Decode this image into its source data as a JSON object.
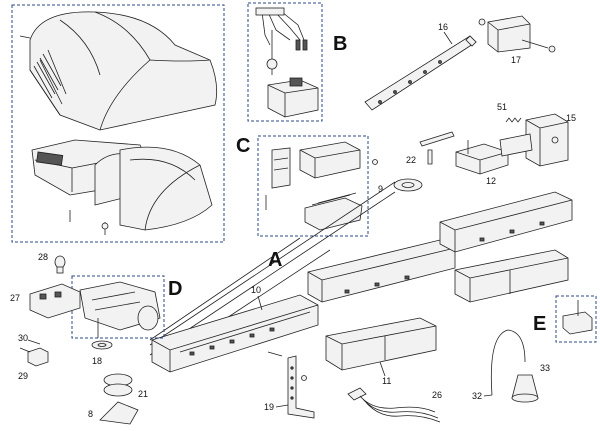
{
  "group_labels": {
    "a": "A",
    "b": "B",
    "c": "C",
    "d": "D",
    "e": "E"
  },
  "part_numbers": {
    "p8": "8",
    "p9": "9",
    "p10": "10",
    "p11": "11",
    "p12": "12",
    "p15": "15",
    "p16": "16",
    "p17": "17",
    "p18": "18",
    "p19": "19",
    "p21": "21",
    "p22": "22",
    "p26": "26",
    "p27": "27",
    "p28": "28",
    "p29": "29",
    "p30": "30",
    "p32": "32",
    "p33": "33",
    "p51": "51"
  }
}
